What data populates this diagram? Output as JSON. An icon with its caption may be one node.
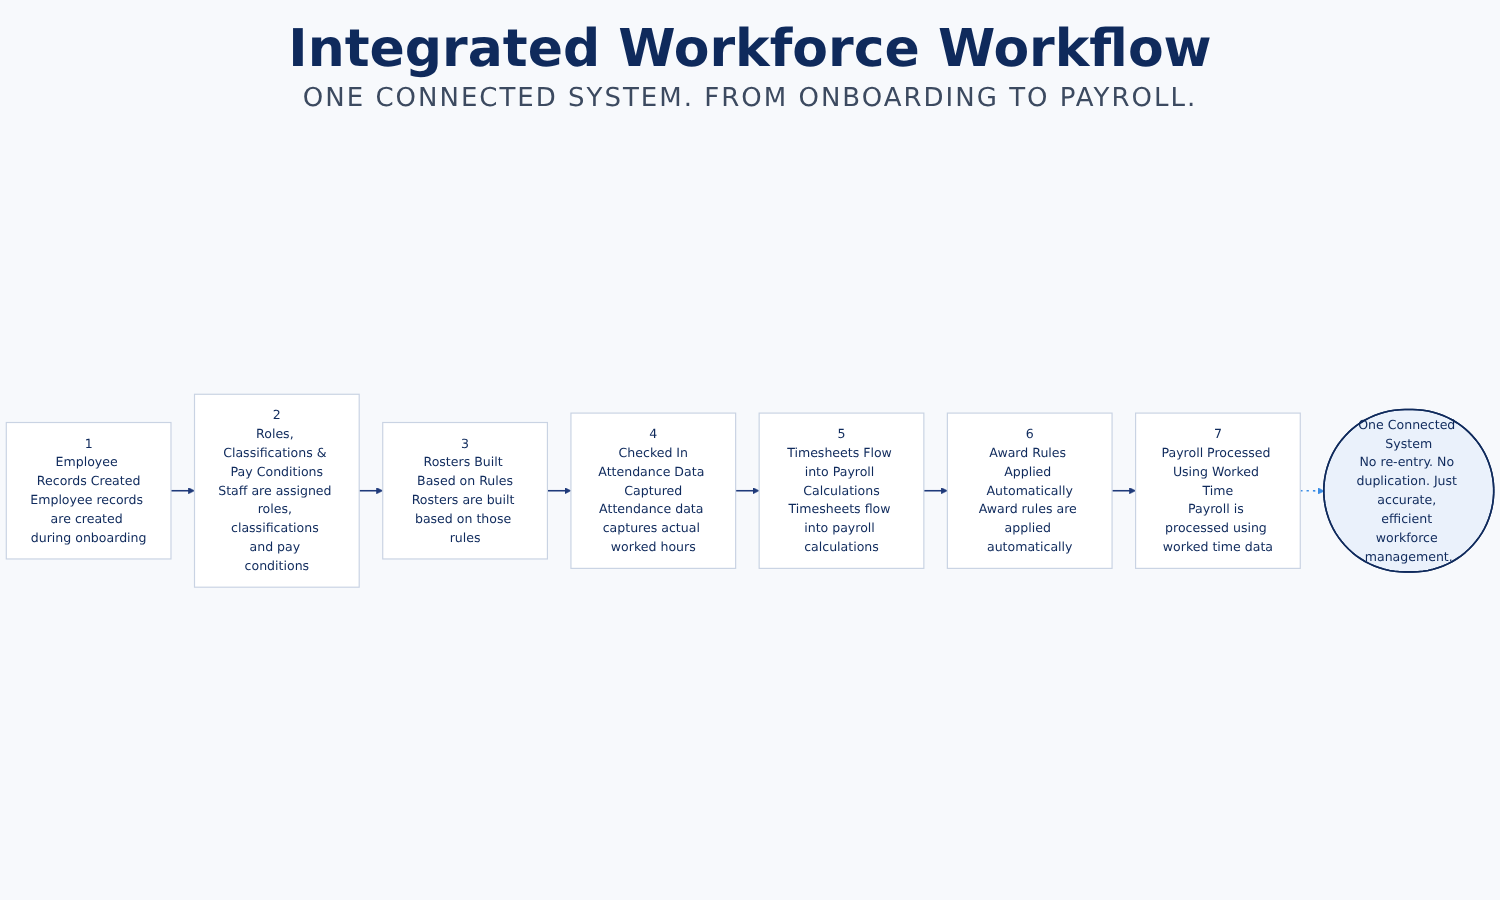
{
  "diagram": {
    "title": "Integrated Workforce Workflow",
    "labels": [
      "ONE CONNECTED SYSTEM. FROM ONBOARDING TO PAYROLL."
    ],
    "nodes": [
      {
        "text": [
          "1",
          "Employee Records Created",
          "Employee records are created during onboarding"
        ]
      },
      {
        "text": [
          "2",
          "Roles, Classifications & Pay Conditions",
          "Staff are assigned roles, classifications and pay conditions"
        ]
      },
      {
        "text": [
          "3",
          "Rosters Built Based on Rules",
          "Rosters are built based on those rules"
        ]
      },
      {
        "text": [
          "4",
          "Checked In",
          "Attendance Data Captured",
          "Attendance data captures actual worked hours"
        ]
      },
      {
        "text": [
          "5",
          "Timesheets Flow into Payroll Calculations",
          "Timesheets flow into payroll calculations"
        ]
      },
      {
        "text": [
          "6",
          "Award Rules Applied Automatically",
          "Award rules are applied automatically"
        ]
      },
      {
        "text": [
          "7",
          "Payroll Processed Using Worked Time",
          "Payroll is processed using worked time data"
        ]
      },
      {
        "text": [
          "One Connected System",
          "No re-entry. No duplication. Just accurate, efficient workforce management."
        ]
      }
    ],
    "edges": [
      {
        "from": 0,
        "to": 1,
        "arrow": "to"
      },
      {
        "from": 1,
        "to": 2,
        "arrow": "to"
      },
      {
        "from": 2,
        "to": 3,
        "arrow": "to"
      },
      {
        "from": 3,
        "to": 4,
        "arrow": "to"
      },
      {
        "from": 4,
        "to": 5,
        "arrow": "to"
      },
      {
        "from": 5,
        "to": 6,
        "arrow": "to"
      },
      {
        "from": 6,
        "to": 7,
        "arrow": "to",
        "style": "dashed",
        "color": "#3b8de6"
      }
    ]
  }
}
